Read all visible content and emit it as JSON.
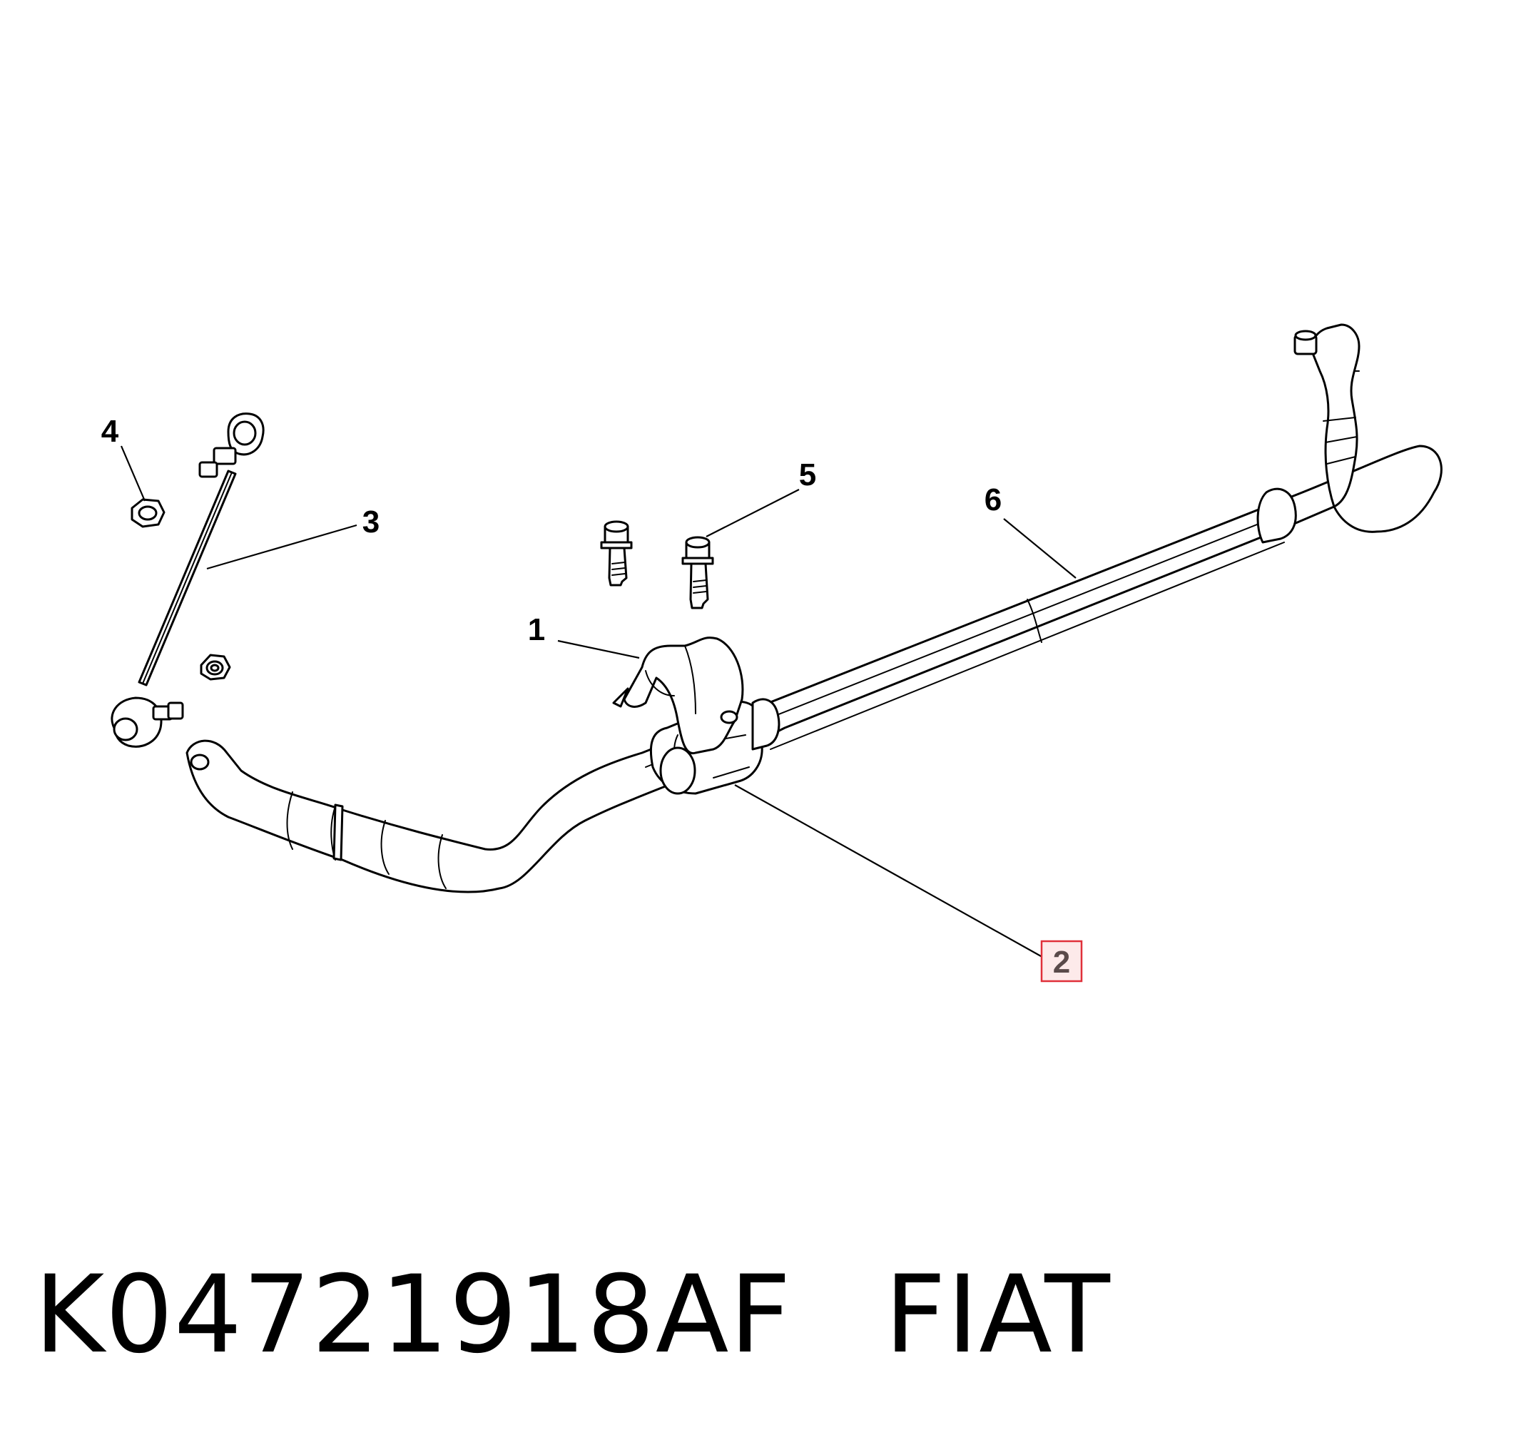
{
  "callouts": {
    "c1": "1",
    "c2": "2",
    "c3": "3",
    "c4": "4",
    "c5": "5",
    "c6": "6"
  },
  "highlight_color": "#e0303a",
  "caption": {
    "part_number": "K04721918AF",
    "brand": "FIAT"
  }
}
